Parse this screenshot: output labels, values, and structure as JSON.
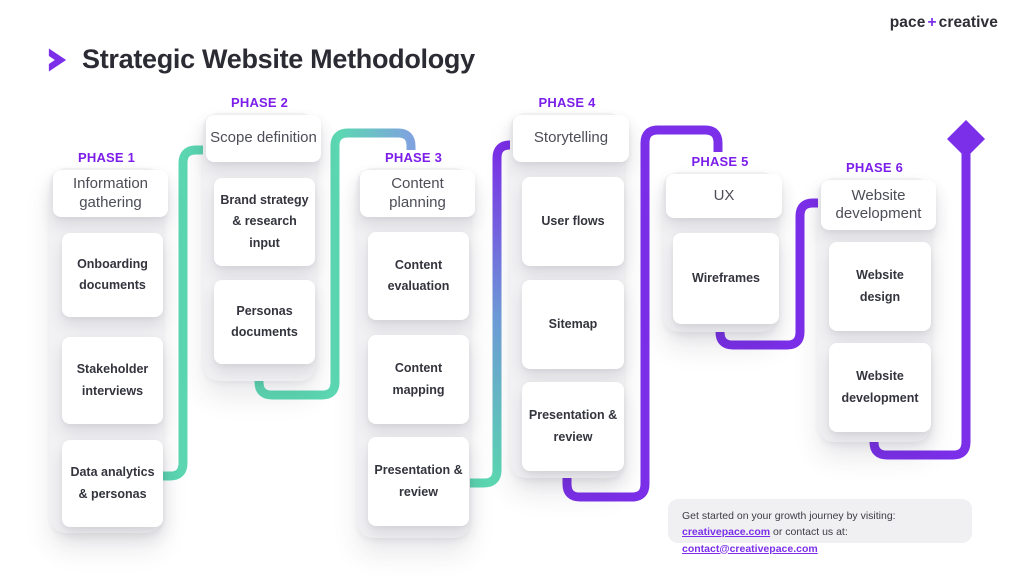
{
  "logo": {
    "part1": "pace",
    "plus": "+",
    "part2": "creative"
  },
  "title": "Strategic Website Methodology",
  "colors": {
    "teal": "#5cd7b2",
    "purple": "#7b2fe9",
    "phase_label": "#7c1eea",
    "transition_blue": "#7fa3df",
    "title_text": "#2b2b33",
    "card_text": "#33343d",
    "header_text": "#4d4e57",
    "column_bg": "#f2f2f4"
  },
  "phases": [
    {
      "label": "PHASE 1",
      "name": "Information gathering",
      "steps": [
        "Onboarding documents",
        "Stakeholder interviews",
        "Data analytics & personas"
      ]
    },
    {
      "label": "PHASE 2",
      "name": "Scope definition",
      "steps": [
        "Brand strategy & research input",
        "Personas documents"
      ]
    },
    {
      "label": "PHASE 3",
      "name": "Content planning",
      "steps": [
        "Content evaluation",
        "Content mapping",
        "Presentation & review"
      ]
    },
    {
      "label": "PHASE 4",
      "name": "Storytelling",
      "steps": [
        "User flows",
        "Sitemap",
        "Presentation & review"
      ]
    },
    {
      "label": "PHASE 5",
      "name": "UX",
      "steps": [
        "Wireframes"
      ]
    },
    {
      "label": "PHASE 6",
      "name": "Website development",
      "steps": [
        "Website design",
        "Website development"
      ]
    }
  ],
  "footer": {
    "text_before": "Get started on your growth journey by visiting: ",
    "link_site": "creativepace.com",
    "text_middle": " or contact us at: ",
    "link_email": "contact@creativepace.com"
  }
}
